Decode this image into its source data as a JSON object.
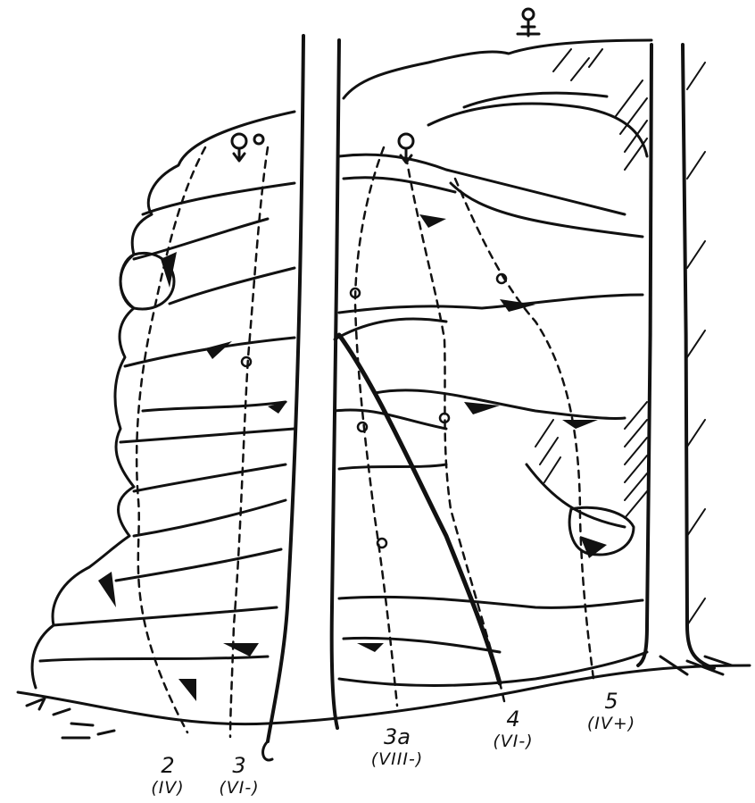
{
  "routes": [
    {
      "number": "2",
      "grade": "(IV)"
    },
    {
      "number": "3",
      "grade": "(VI-)"
    },
    {
      "number": "3a",
      "grade": "(VIII-)"
    },
    {
      "number": "4",
      "grade": "(VI-)"
    },
    {
      "number": "5",
      "grade": "(IV+)"
    }
  ],
  "colors": {
    "ink": "#111111",
    "paper": "#ffffff"
  }
}
